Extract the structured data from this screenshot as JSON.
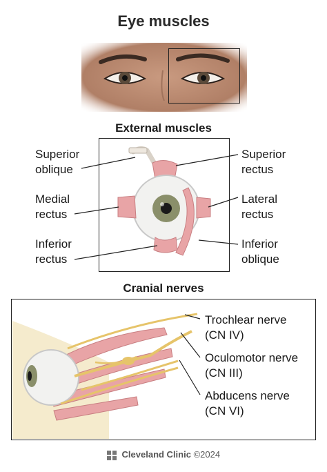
{
  "title": "Eye muscles",
  "external": {
    "heading": "External muscles",
    "labels": {
      "superior_oblique": [
        "Superior",
        "oblique"
      ],
      "superior_rectus": [
        "Superior",
        "rectus"
      ],
      "medial_rectus": [
        "Medial",
        "rectus"
      ],
      "lateral_rectus": [
        "Lateral",
        "rectus"
      ],
      "inferior_rectus": [
        "Inferior",
        "rectus"
      ],
      "inferior_oblique": [
        "Inferior",
        "oblique"
      ]
    }
  },
  "cranial": {
    "heading": "Cranial nerves",
    "nerves": {
      "trochlear": [
        "Trochlear nerve",
        "(CN IV)"
      ],
      "oculomotor": [
        "Oculomotor nerve",
        "(CN III)"
      ],
      "abducens": [
        "Abducens nerve",
        "(CN VI)"
      ]
    }
  },
  "footer": {
    "brand": "Cleveland Clinic",
    "copyright": "©2024"
  },
  "colors": {
    "muscle": "#e8a4a6",
    "nerve": "#e6c46a",
    "iris": "#8a8f6a",
    "frame": "#222222"
  }
}
